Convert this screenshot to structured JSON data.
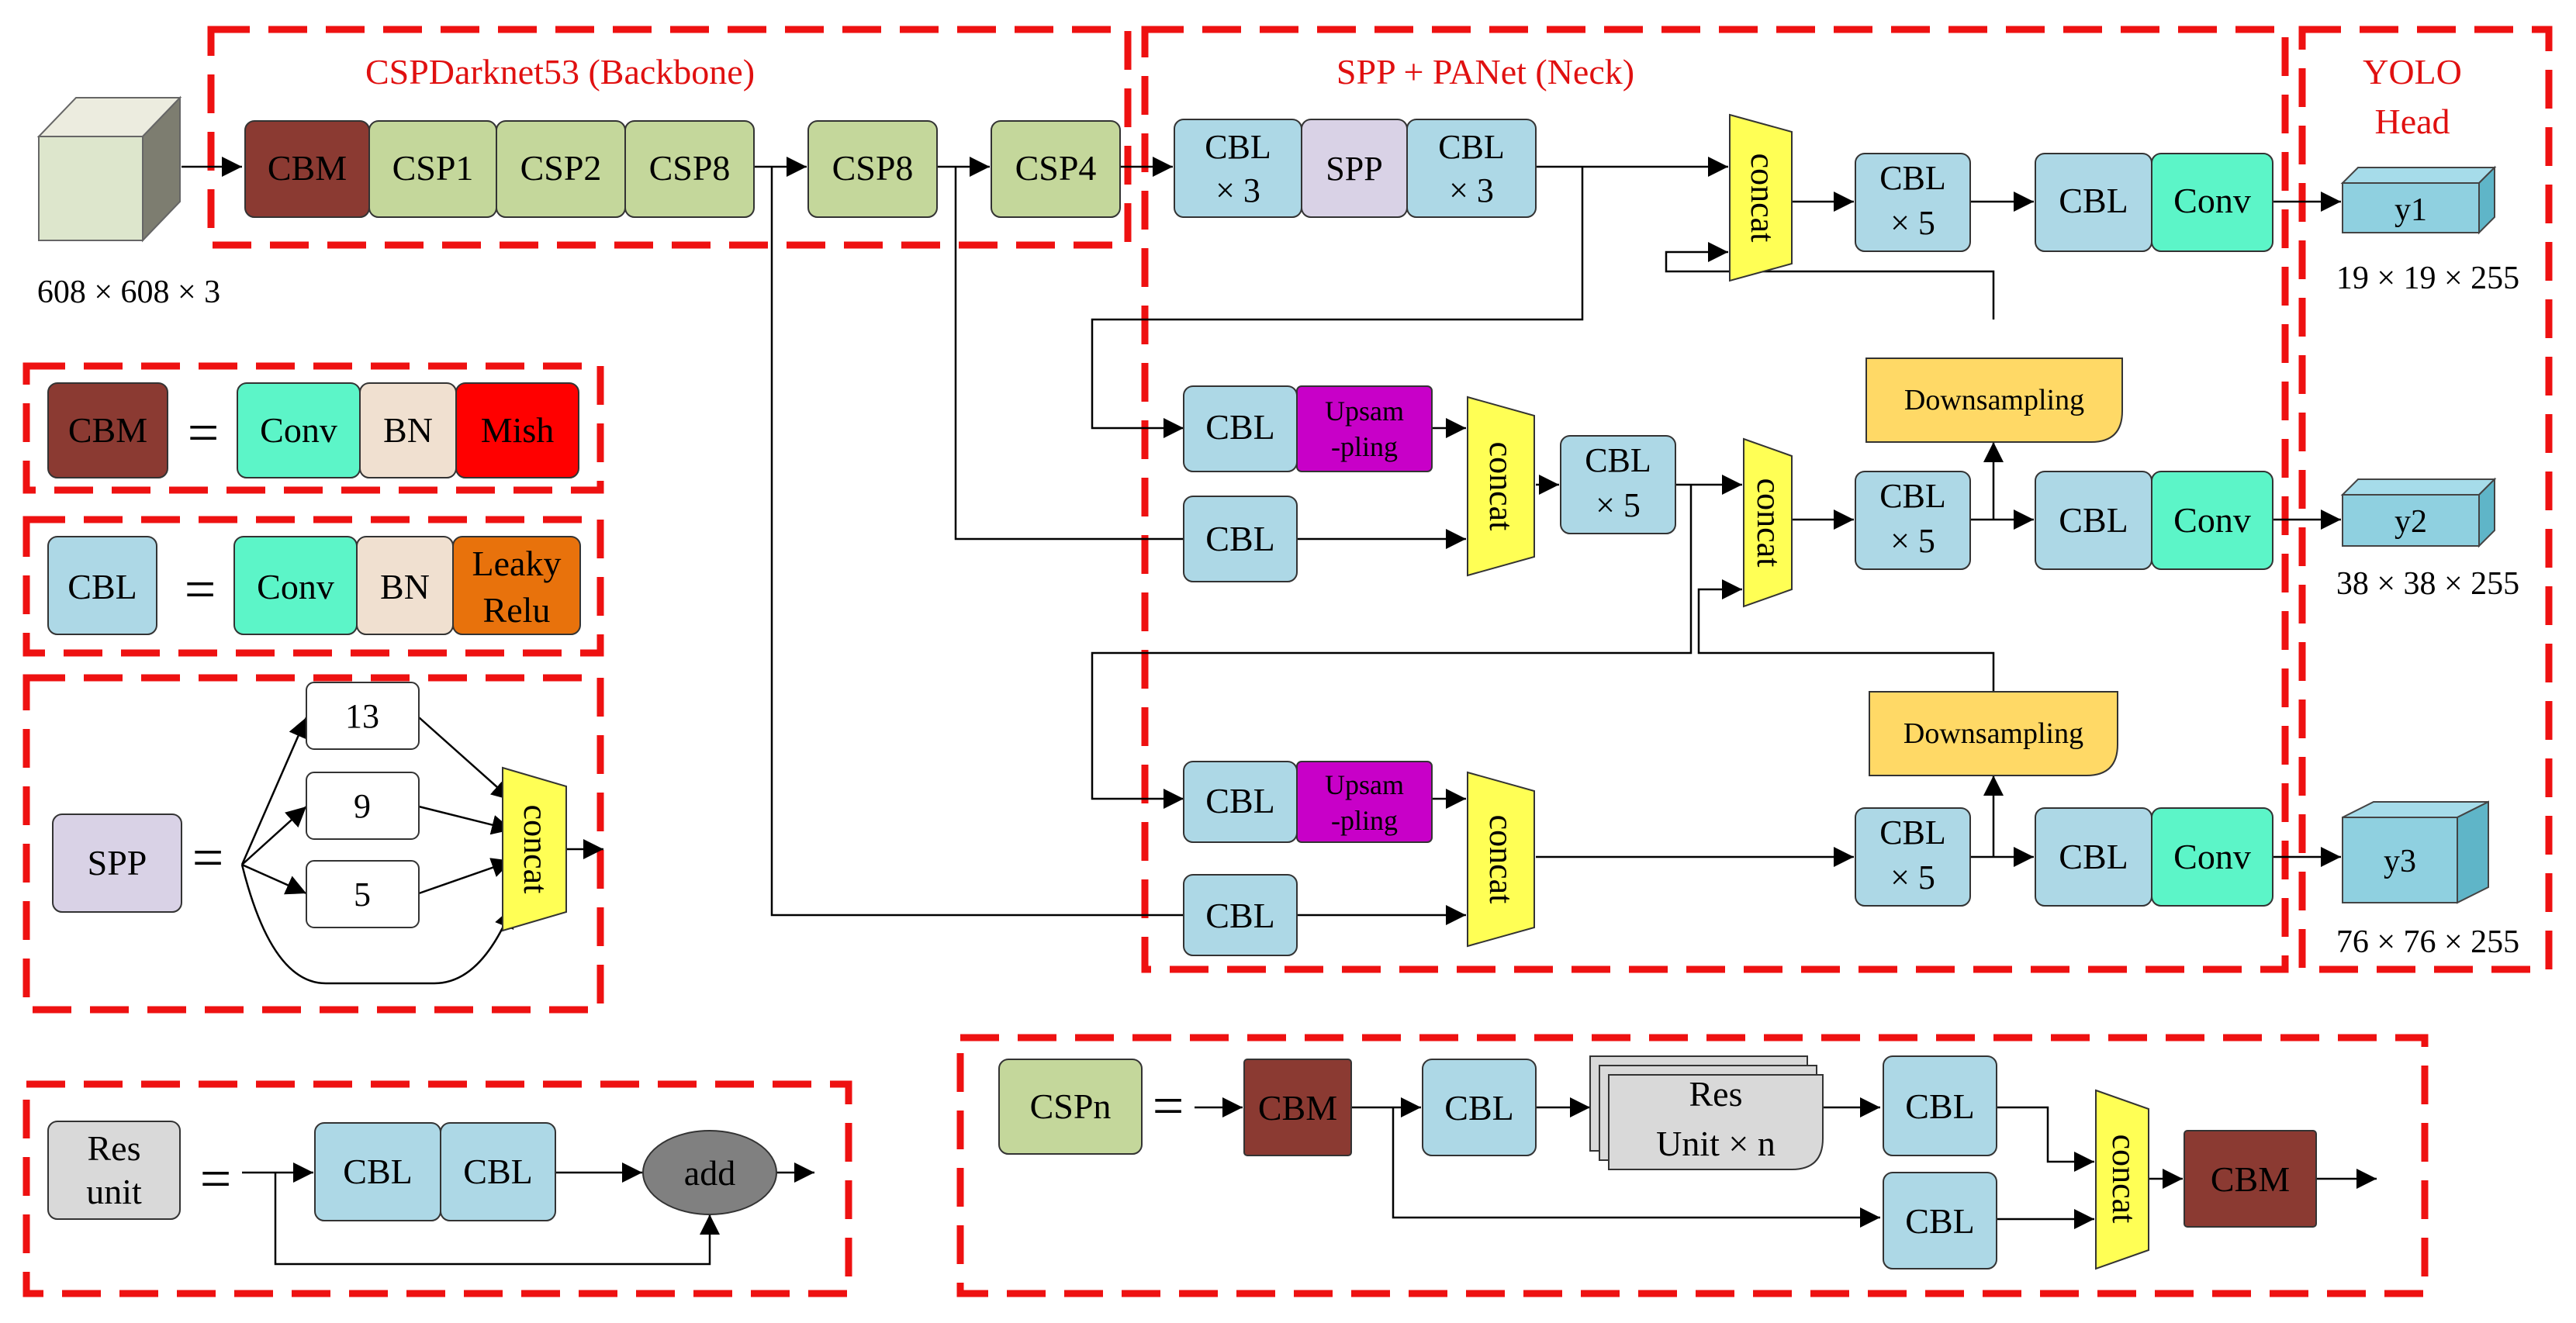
{
  "colors": {
    "red_dash": "#ee1111",
    "title_red": "#e01010",
    "cbm": "#8b3a32",
    "cbl": "#add8e6",
    "csp": "#c4d79b",
    "spp": "#d9d2e6",
    "conv": "#5cf5c8",
    "bn": "#f0e0d0",
    "mish": "#ff0000",
    "leaky": "#e8720c",
    "upsample": "#c800c8",
    "concat": "#ffff55",
    "downsampling": "#ffd966",
    "head_cube": "#8fd0e0",
    "res_gray": "#d9d9d9",
    "add_gray": "#808080",
    "input_cube": "#dde6cc"
  },
  "regions": {
    "backbone_title": "CSPDarknet53 (Backbone)",
    "neck_title": "SPP + PANet (Neck)",
    "head_title_1": "YOLO",
    "head_title_2": "Head"
  },
  "input": {
    "size_label": "608 × 608 × 3"
  },
  "backbone": {
    "cbm": "CBM",
    "csp1": "CSP1",
    "csp2": "CSP2",
    "csp8_a": "CSP8",
    "csp8_b": "CSP8",
    "csp4": "CSP4"
  },
  "neck": {
    "cbl3_a_1": "CBL",
    "cbl3_a_2": "× 3",
    "spp": "SPP",
    "cbl3_b_1": "CBL",
    "cbl3_b_2": "× 3",
    "concat": "concat",
    "cbl5_1": "CBL",
    "cbl5_2": "× 5",
    "cbl": "CBL",
    "conv": "Conv",
    "upsample_1": "Upsam",
    "upsample_2": "-pling",
    "downsampling": "Downsampling"
  },
  "head": {
    "y1": "y1",
    "y1_size": "19 × 19 × 255",
    "y2": "y2",
    "y2_size": "38 × 38 × 255",
    "y3": "y3",
    "y3_size": "76 × 76 × 255"
  },
  "legend_cbm": {
    "lhs": "CBM",
    "eq": "=",
    "conv": "Conv",
    "bn": "BN",
    "mish": "Mish"
  },
  "legend_cbl": {
    "lhs": "CBL",
    "eq": "=",
    "conv": "Conv",
    "bn": "BN",
    "leaky_1": "Leaky",
    "leaky_2": "Relu"
  },
  "legend_spp": {
    "lhs": "SPP",
    "eq": "=",
    "k13": "13",
    "k9": "9",
    "k5": "5",
    "concat": "concat"
  },
  "legend_res": {
    "lhs_1": "Res",
    "lhs_2": "unit",
    "eq": "=",
    "cbl_1": "CBL",
    "cbl_2": "CBL",
    "add": "add"
  },
  "legend_csp": {
    "lhs": "CSPn",
    "eq": "=",
    "cbm_1": "CBM",
    "cbl_1": "CBL",
    "res_1": "Res",
    "res_2": "Unit × n",
    "cbl_2": "CBL",
    "cbl_3": "CBL",
    "concat": "concat",
    "cbm_2": "CBM"
  }
}
